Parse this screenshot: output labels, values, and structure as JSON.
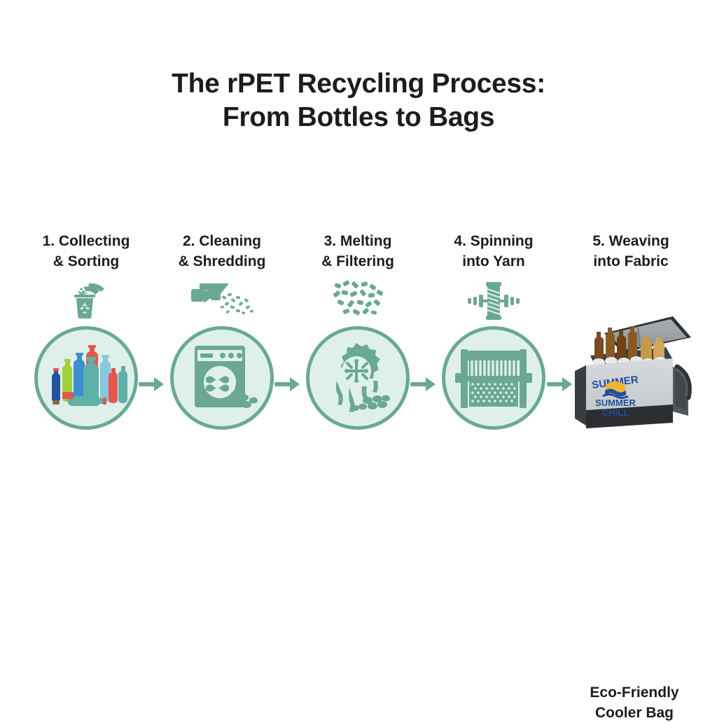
{
  "title": {
    "line1": "The rPET Recycling Process:",
    "line2": "From Bottles to Bags"
  },
  "steps": [
    {
      "label": "1. Collecting\n& Sorting",
      "top_icon": "recycling-bin-hand-icon",
      "circle_icon": "plastic-bottles-icon"
    },
    {
      "label": "2. Cleaning\n& Shredding",
      "top_icon": "shredder-icon",
      "circle_icon": "washing-machine-icon"
    },
    {
      "label": "3. Melting\n& Filtering",
      "top_icon": "plastic-flakes-icon",
      "circle_icon": "melting-gear-icon"
    },
    {
      "label": "4. Spinning\ninto Yarn",
      "top_icon": "yarn-spool-icon",
      "circle_icon": "loom-icon"
    },
    {
      "label": "5. Weaving\ninto Fabric",
      "top_icon": "",
      "circle_icon": ""
    }
  ],
  "arrows": {
    "glyph": "arrow-right-icon",
    "count": 4
  },
  "product": {
    "name": "cooler-bag-photo",
    "caption": "Eco-Friendly\nCooler Bag",
    "logo": {
      "line1": "SUMMER",
      "line2": "SUMMER",
      "line3": "CHILL"
    }
  },
  "colors": {
    "background": "#ffffff",
    "title_text": "#1c1c1c",
    "accent_green": "#6aa894",
    "circle_fill": "#dff0ea",
    "icon_green": "#6aa894",
    "bottle_navy": "#24559c",
    "bottle_lime": "#9fd13b",
    "bottle_blue": "#3f8ed0",
    "bottle_red": "#e5564e",
    "bottle_teal": "#5fb0a8",
    "bottle_lightblue": "#86c8dd",
    "bag_body": "#c9cdd0",
    "bag_trim": "#2c2c2e",
    "logo_blue": "#1f4e9c",
    "logo_sun": "#f0b431"
  }
}
